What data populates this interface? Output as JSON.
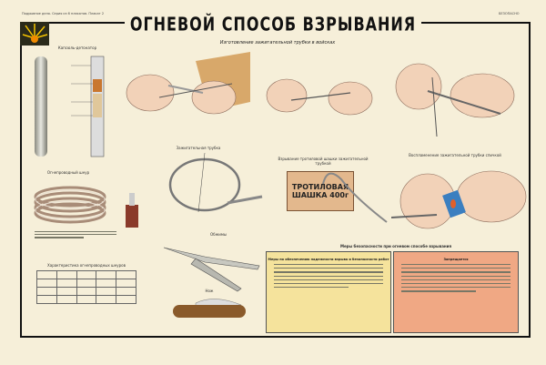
{
  "poster": {
    "title": "ОГНЕВОЙ СПОСОБ ВЗРЫВАНИЯ",
    "subtitle": "Изготовление зажигательной трубки в войсках",
    "top_left_note": "Подрывное дело. Серия из 6 плакатов. Плакат 2",
    "top_right_note": "БЕЗОПАСНО",
    "sections": {
      "detonator": "Капсюль-детонатор",
      "fuse": "Огнепроводный шнур",
      "igniter_tube": "Зажигательная трубка",
      "crimping_tool": "Обжимы",
      "knife": "Нож",
      "tnt_blast": "Взрывание тротиловой шашки зажигательной трубкой",
      "match_ignition": "Воспламенение зажигательной трубки спичкой",
      "fuse_table": "Характеристика огнепроводных шнуров"
    },
    "tnt_label_line1": "ТРОТИЛОВАЯ",
    "tnt_label_line2": "ШАШКА 400г",
    "safety_title": "Меры безопасности при огневом способе взрывания",
    "safety_box_left_title": "Меры по обеспечению надежности взрыва и безопасности работ",
    "safety_box_right_title": "Запрещается"
  },
  "colors": {
    "paper": "#f6efd9",
    "yellow_box": "#f5e39c",
    "orange_box": "#f0a884"
  }
}
